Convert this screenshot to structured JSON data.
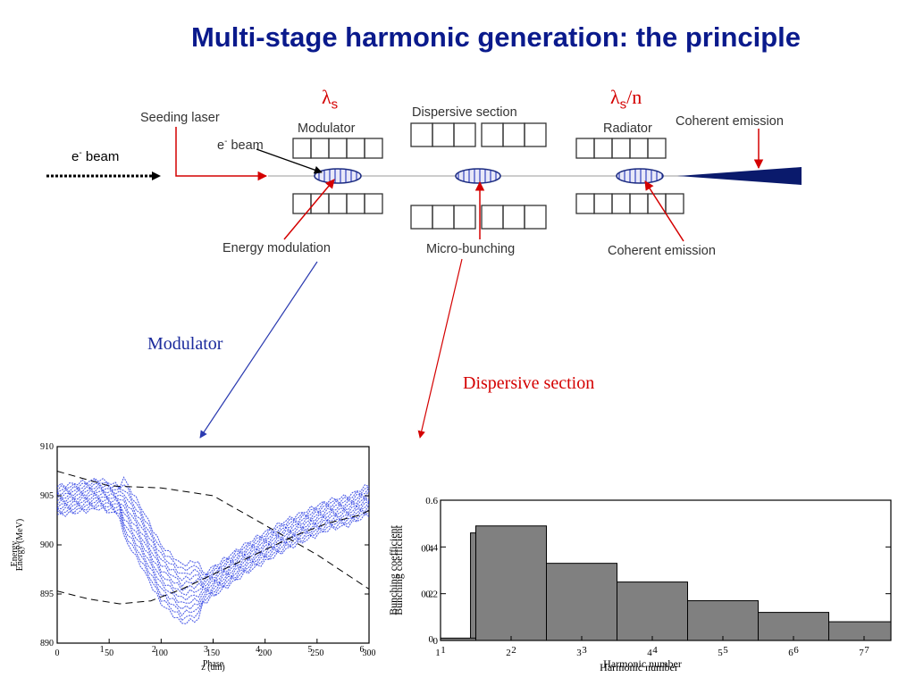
{
  "title": "Multi-stage harmonic generation: the principle",
  "schematic": {
    "lambda_s": "λs",
    "lambda_s_over_n": "λs/n",
    "seeding_laser": "Seeding laser",
    "modulator": "Modulator",
    "dispersive_section": "Dispersive section",
    "radiator": "Radiator",
    "coherent_emission_top": "Coherent emission",
    "e_beam_inner": "e- beam",
    "e_beam_outer": "e- beam",
    "energy_modulation": "Energy modulation",
    "micro_bunching": "Micro-bunching",
    "coherent_emission_bottom": "Coherent emission"
  },
  "annotations": {
    "modulator": "Modulator",
    "dispersive_section": "Dispersive section"
  },
  "colors": {
    "title": "#0a1a8c",
    "red_label": "#d40000",
    "modulator_label": "#1a2a9c",
    "arrow_red": "#d40000",
    "arrow_blue": "#2a3ab0",
    "particles": "#1a2ee0",
    "bars": "#808080",
    "beam_cone": "#0a1a6c"
  },
  "chart_data": [
    {
      "type": "scatter",
      "xlabel": "z (um)",
      "xlabel_overlay": "Phase",
      "ylabel": "Energy (MeV)",
      "ylabel_overlay": "Energy",
      "ylim": [
        890,
        910
      ],
      "xlim": [
        0,
        300
      ],
      "yticks": [
        890,
        895,
        900,
        905,
        910
      ],
      "xticks": [
        0,
        50,
        100,
        150,
        200,
        250,
        300
      ],
      "xticks_overlay": [
        1,
        2,
        3,
        4,
        5,
        6
      ],
      "grid": false,
      "series": [
        {
          "style": "dense-points",
          "points": [
            [
              0,
              904.5
            ],
            [
              20,
              904.8
            ],
            [
              40,
              905.2
            ],
            [
              60,
              904.5
            ],
            [
              80,
              901
            ],
            [
              100,
              897
            ],
            [
              120,
              895
            ],
            [
              140,
              895.5
            ],
            [
              160,
              897
            ],
            [
              180,
              898.5
            ],
            [
              200,
              899.8
            ],
            [
              220,
              901
            ],
            [
              240,
              902
            ],
            [
              260,
              903
            ],
            [
              280,
              903.5
            ],
            [
              300,
              904.6
            ]
          ]
        },
        {
          "style": "dashed",
          "points": [
            [
              0,
              907.5
            ],
            [
              50,
              906
            ],
            [
              100,
              905.8
            ],
            [
              150,
              905
            ],
            [
              200,
              902
            ],
            [
              250,
              899
            ],
            [
              300,
              895.5
            ]
          ]
        },
        {
          "style": "dashed",
          "points": [
            [
              0,
              895.3
            ],
            [
              30,
              894.5
            ],
            [
              60,
              894
            ],
            [
              90,
              894.3
            ],
            [
              120,
              895.5
            ],
            [
              150,
              897
            ],
            [
              180,
              898.5
            ],
            [
              200,
              899.5
            ],
            [
              230,
              901
            ],
            [
              260,
              902.2
            ],
            [
              290,
              903
            ],
            [
              300,
              903.5
            ]
          ]
        }
      ]
    },
    {
      "type": "bar",
      "xlabel": "Harmonic number",
      "ylabel": "Bunching coefficient",
      "ylim": [
        0,
        0.6
      ],
      "yticks_front": [
        0,
        0.2,
        0.4,
        0.6
      ],
      "yticks_back": [
        0,
        0.2,
        0.4
      ],
      "x_tick_labels": [
        "1",
        "2",
        "3",
        "4",
        "5",
        "6",
        "7"
      ],
      "x_tick_labels_shadow": [
        "1",
        "2",
        "3",
        "4",
        "5",
        "6",
        "7"
      ],
      "categories": [
        1,
        2,
        3,
        4,
        5,
        6,
        7
      ],
      "values": [
        0.01,
        0.49,
        0.33,
        0.25,
        0.17,
        0.12,
        0.08
      ],
      "step_edge": {
        "x": 1.45,
        "value": 0.46
      }
    }
  ]
}
